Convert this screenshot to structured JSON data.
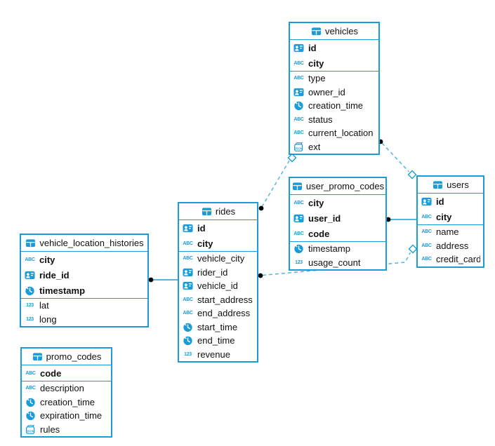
{
  "colors": {
    "border_blue": "#1b9cd8",
    "icon_blue": "#1b9cd8",
    "dashed_line_blue": "#55b4e6",
    "solid_line_blue": "#1b9cd8",
    "endpoint_dot": "#000000",
    "text": "#111111",
    "background": "#ffffff"
  },
  "icon_glyphs": {
    "text": "ABC",
    "number": "123",
    "json": "JSON"
  },
  "tables": [
    {
      "title": "vehicles",
      "columns": [
        {
          "label": "id",
          "type": "uuid",
          "pk": true
        },
        {
          "label": "city",
          "type": "text",
          "pk": true
        },
        {
          "label": "type",
          "type": "text",
          "pk": false
        },
        {
          "label": "owner_id",
          "type": "uuid",
          "pk": false
        },
        {
          "label": "creation_time",
          "type": "time",
          "pk": false
        },
        {
          "label": "status",
          "type": "text",
          "pk": false
        },
        {
          "label": "current_location",
          "type": "text",
          "pk": false
        },
        {
          "label": "ext",
          "type": "json",
          "pk": false
        }
      ]
    },
    {
      "title": "user_promo_codes",
      "columns": [
        {
          "label": "city",
          "type": "text",
          "pk": true
        },
        {
          "label": "user_id",
          "type": "uuid",
          "pk": true
        },
        {
          "label": "code",
          "type": "text",
          "pk": true
        },
        {
          "label": "timestamp",
          "type": "time",
          "pk": false
        },
        {
          "label": "usage_count",
          "type": "number",
          "pk": false
        }
      ]
    },
    {
      "title": "users",
      "columns": [
        {
          "label": "id",
          "type": "uuid",
          "pk": true
        },
        {
          "label": "city",
          "type": "text",
          "pk": true
        },
        {
          "label": "name",
          "type": "text",
          "pk": false
        },
        {
          "label": "address",
          "type": "text",
          "pk": false
        },
        {
          "label": "credit_card",
          "type": "text",
          "pk": false
        }
      ]
    },
    {
      "title": "rides",
      "columns": [
        {
          "label": "id",
          "type": "uuid",
          "pk": true
        },
        {
          "label": "city",
          "type": "text",
          "pk": true
        },
        {
          "label": "vehicle_city",
          "type": "text",
          "pk": false
        },
        {
          "label": "rider_id",
          "type": "uuid",
          "pk": false
        },
        {
          "label": "vehicle_id",
          "type": "uuid",
          "pk": false
        },
        {
          "label": "start_address",
          "type": "text",
          "pk": false
        },
        {
          "label": "end_address",
          "type": "text",
          "pk": false
        },
        {
          "label": "start_time",
          "type": "time",
          "pk": false
        },
        {
          "label": "end_time",
          "type": "time",
          "pk": false
        },
        {
          "label": "revenue",
          "type": "number",
          "pk": false
        }
      ]
    },
    {
      "title": "vehicle_location_histories",
      "columns": [
        {
          "label": "city",
          "type": "text",
          "pk": true
        },
        {
          "label": "ride_id",
          "type": "uuid",
          "pk": true
        },
        {
          "label": "timestamp",
          "type": "time",
          "pk": true
        },
        {
          "label": "lat",
          "type": "number",
          "pk": false
        },
        {
          "label": "long",
          "type": "number",
          "pk": false
        }
      ]
    },
    {
      "title": "promo_codes",
      "columns": [
        {
          "label": "code",
          "type": "text",
          "pk": true
        },
        {
          "label": "description",
          "type": "text",
          "pk": false
        },
        {
          "label": "creation_time",
          "type": "time",
          "pk": false
        },
        {
          "label": "expiration_time",
          "type": "time",
          "pk": false
        },
        {
          "label": "rules",
          "type": "json",
          "pk": false
        }
      ]
    }
  ],
  "relationships": [
    {
      "from": "vehicle_location_histories",
      "to": "rides",
      "line": "solid",
      "from_marker": "dot",
      "to_marker": "none"
    },
    {
      "from": "user_promo_codes",
      "to": "users",
      "line": "solid",
      "from_marker": "dot",
      "to_marker": "none"
    },
    {
      "from": "rides",
      "to": "vehicles",
      "line": "dashed",
      "from_marker": "dot",
      "to_marker": "diamond"
    },
    {
      "from": "vehicles",
      "to": "users",
      "line": "dashed",
      "from_marker": "dot",
      "to_marker": "diamond"
    },
    {
      "from": "rides",
      "to": "users",
      "line": "dashed",
      "from_marker": "dot",
      "to_marker": "diamond"
    }
  ]
}
